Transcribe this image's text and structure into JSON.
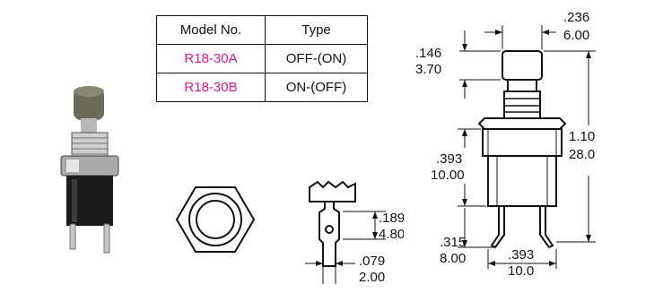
{
  "table": {
    "headers": [
      "Model No.",
      "Type"
    ],
    "rows": [
      {
        "model": "R18-30A",
        "type": "OFF-(ON)"
      },
      {
        "model": "R18-30B",
        "type": "ON-(OFF)"
      }
    ]
  },
  "dims": {
    "cap_height_in": ".146",
    "cap_height_mm": "3.70",
    "cap_width_in": ".236",
    "cap_width_mm": "6.00",
    "total_height_in": "1.10",
    "total_height_mm": "28.0",
    "body_height_in": ".393",
    "body_height_mm": "10.00",
    "terminal_length_in": ".315",
    "terminal_length_mm": "8.00",
    "body_width_in": ".393",
    "body_width_mm": "10.0",
    "terminal_hole_in": ".189",
    "terminal_hole_mm": "4.80",
    "terminal_width_in": ".079",
    "terminal_width_mm": "2.00"
  },
  "colors": {
    "model_text": "#e0198a",
    "line": "#111111",
    "cap_photo": "#6e6a5a",
    "body_photo": "#1a1a1a"
  }
}
